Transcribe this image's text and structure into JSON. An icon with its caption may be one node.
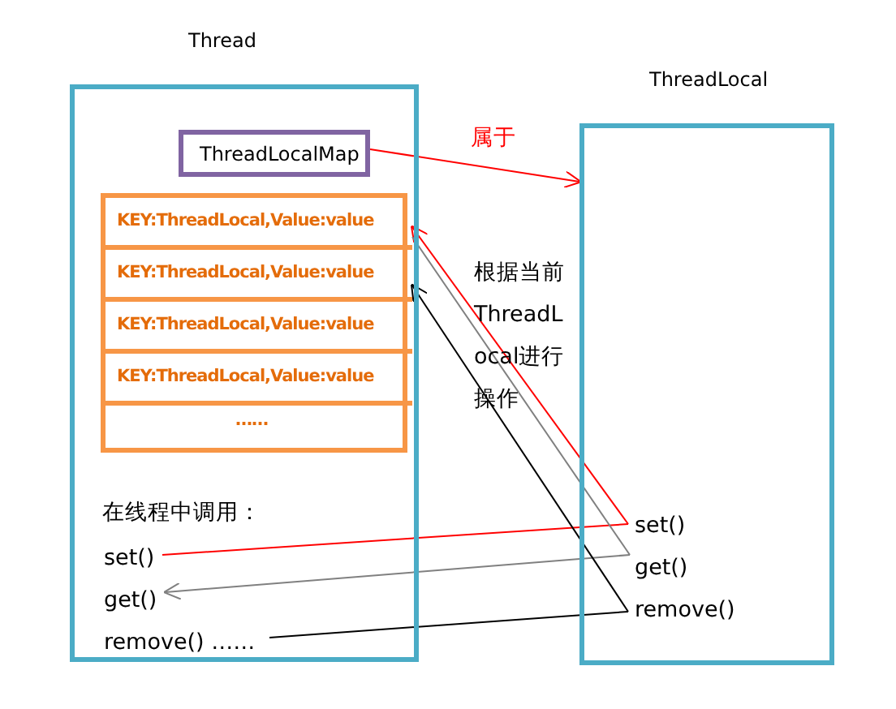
{
  "diagram": {
    "nodes": [
      {
        "text": [
          "Thread"
        ]
      },
      {
        "text": [
          "ThreadLocalMap"
        ],
        "in": 0
      },
      {
        "text": [],
        "shape": "box",
        "in": 0
      },
      {
        "text": [
          "KEY:ThreadLocal,Value:value"
        ],
        "in": 2
      },
      {
        "text": [
          "KEY:ThreadLocal,Value:value"
        ],
        "in": 2
      },
      {
        "text": [
          "KEY:ThreadLocal,Value:value"
        ],
        "in": 2
      },
      {
        "text": [
          "KEY:ThreadLocal,Value:value"
        ],
        "in": 2
      },
      {
        "text": [
          "……"
        ],
        "in": 2
      },
      {
        "text": [
          "set()"
        ],
        "in": 0
      },
      {
        "text": [
          "get()"
        ],
        "in": 0
      },
      {
        "text": [
          "remove()  ……"
        ],
        "in": 0
      },
      {
        "text": [
          "ThreadLocal"
        ]
      },
      {
        "text": [
          "set()"
        ],
        "in": 11
      },
      {
        "text": [
          "get()"
        ],
        "in": 11
      },
      {
        "text": [
          "remove()"
        ],
        "in": 11
      }
    ],
    "edges": [
      {
        "from": 1,
        "to": 11,
        "arrow": "to",
        "label": "属于",
        "color": "#ff0000"
      },
      {
        "from": 8,
        "to": 12,
        "arrow": "none",
        "color": "#ff0000"
      },
      {
        "from": 12,
        "to": 3,
        "arrow": "to",
        "color": "#ff0000"
      },
      {
        "from": 13,
        "to": 9,
        "arrow": "to",
        "color": "#808080"
      },
      {
        "from": 13,
        "to": 3,
        "arrow": "none",
        "color": "#808080"
      },
      {
        "from": 10,
        "to": 14,
        "arrow": "none",
        "color": "#000000"
      },
      {
        "from": 14,
        "to": 4,
        "arrow": "to",
        "color": "#000000"
      }
    ],
    "labels": [
      "根据当前ThreadLocal进行操作",
      "在线程中调用："
    ]
  }
}
